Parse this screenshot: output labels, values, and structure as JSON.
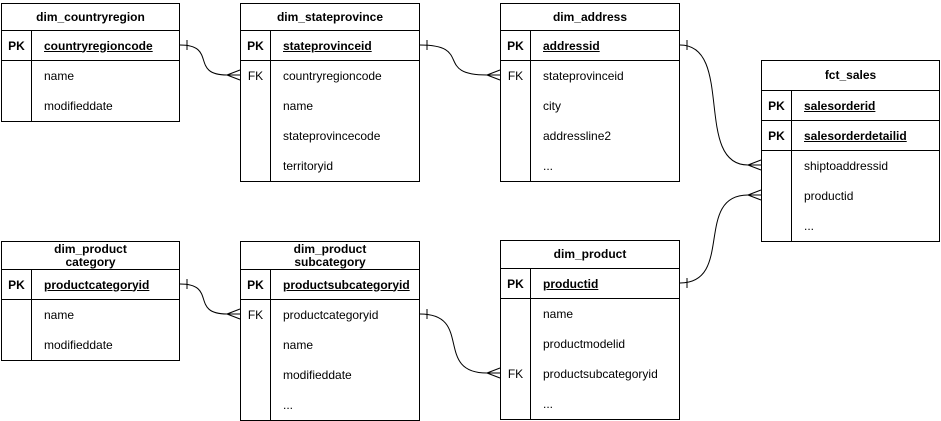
{
  "diagram": {
    "background_color": "#ffffff",
    "line_color": "#000000",
    "text_color": "#000000",
    "notation": "crow's foot"
  },
  "tables": [
    {
      "id": "dim_countryregion",
      "title": "dim_countryregion",
      "rows": [
        {
          "key": "PK",
          "label": "countryregioncode",
          "is_pk": true
        },
        {
          "key": "",
          "label": "name"
        },
        {
          "key": "",
          "label": "modifieddate"
        }
      ]
    },
    {
      "id": "dim_stateprovince",
      "title": "dim_stateprovince",
      "rows": [
        {
          "key": "PK",
          "label": "stateprovinceid",
          "is_pk": true
        },
        {
          "key": "FK",
          "label": "countryregioncode"
        },
        {
          "key": "",
          "label": "name"
        },
        {
          "key": "",
          "label": "stateprovincecode"
        },
        {
          "key": "",
          "label": "territoryid"
        }
      ]
    },
    {
      "id": "dim_address",
      "title": "dim_address",
      "rows": [
        {
          "key": "PK",
          "label": "addressid",
          "is_pk": true
        },
        {
          "key": "FK",
          "label": "stateprovinceid"
        },
        {
          "key": "",
          "label": "city"
        },
        {
          "key": "",
          "label": "addressline2"
        },
        {
          "key": "",
          "label": "..."
        }
      ]
    },
    {
      "id": "fct_sales",
      "title": "fct_sales",
      "rows": [
        {
          "key": "PK",
          "label": "salesorderid",
          "is_pk": true
        },
        {
          "key": "PK",
          "label": "salesorderdetailid",
          "is_pk": true
        },
        {
          "key": "",
          "label": "shiptoaddressid"
        },
        {
          "key": "",
          "label": "productid"
        },
        {
          "key": "",
          "label": "..."
        }
      ]
    },
    {
      "id": "dim_product_category",
      "title": "dim_product\ncategory",
      "rows": [
        {
          "key": "PK",
          "label": "productcategoryid",
          "is_pk": true
        },
        {
          "key": "",
          "label": "name"
        },
        {
          "key": "",
          "label": "modifieddate"
        }
      ]
    },
    {
      "id": "dim_product_subcategory",
      "title": "dim_product\nsubcategory",
      "rows": [
        {
          "key": "PK",
          "label": "productsubcategoryid",
          "is_pk": true
        },
        {
          "key": "FK",
          "label": "productcategoryid"
        },
        {
          "key": "",
          "label": "name"
        },
        {
          "key": "",
          "label": "modifieddate"
        },
        {
          "key": "",
          "label": "..."
        }
      ]
    },
    {
      "id": "dim_product",
      "title": "dim_product",
      "rows": [
        {
          "key": "PK",
          "label": "productid",
          "is_pk": true
        },
        {
          "key": "",
          "label": "name"
        },
        {
          "key": "",
          "label": "productmodelid"
        },
        {
          "key": "FK",
          "label": "productsubcategoryid"
        },
        {
          "key": "",
          "label": "..."
        }
      ]
    }
  ],
  "relationships": [
    {
      "from_table": "dim_countryregion",
      "from_field": "countryregioncode",
      "to_table": "dim_stateprovince",
      "to_field": "countryregioncode",
      "cardinality": "one-to-many"
    },
    {
      "from_table": "dim_stateprovince",
      "from_field": "stateprovinceid",
      "to_table": "dim_address",
      "to_field": "stateprovinceid",
      "cardinality": "one-to-many"
    },
    {
      "from_table": "dim_address",
      "from_field": "addressid",
      "to_table": "fct_sales",
      "to_field": "shiptoaddressid",
      "cardinality": "one-to-many"
    },
    {
      "from_table": "dim_product",
      "from_field": "productid",
      "to_table": "fct_sales",
      "to_field": "productid",
      "cardinality": "one-to-many"
    },
    {
      "from_table": "dim_product_category",
      "from_field": "productcategoryid",
      "to_table": "dim_product_subcategory",
      "to_field": "productcategoryid",
      "cardinality": "one-to-many"
    },
    {
      "from_table": "dim_product_subcategory",
      "from_field": "productsubcategoryid",
      "to_table": "dim_product",
      "to_field": "productsubcategoryid",
      "cardinality": "one-to-many"
    }
  ]
}
